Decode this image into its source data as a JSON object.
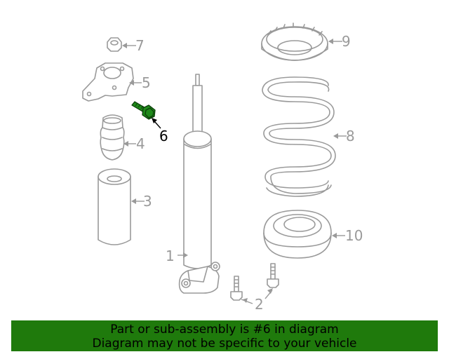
{
  "callouts": {
    "c1": "1",
    "c2": "2",
    "c3": "3",
    "c4": "4",
    "c5": "5",
    "c6": "6",
    "c7": "7",
    "c8": "8",
    "c9": "9",
    "c10": "10"
  },
  "highlight": {
    "part_number": "6",
    "color": "#1f8a1a"
  },
  "banner": {
    "line1": "Part or sub-assembly is #6 in diagram",
    "line2": "Diagram may not be specific to your vehicle",
    "background": "#1f7a0c"
  }
}
